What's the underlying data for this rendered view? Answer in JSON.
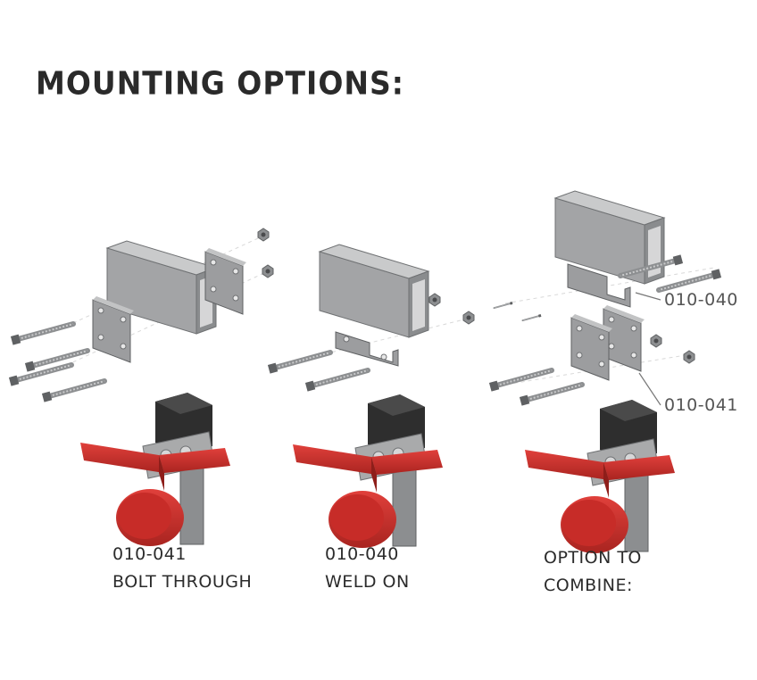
{
  "title": "MOUNTING OPTIONS:",
  "options": [
    {
      "part_number": "010-041",
      "name": "BOLT THROUGH"
    },
    {
      "part_number": "010-040",
      "name": "WELD ON"
    },
    {
      "part_number": "OPTION TO",
      "name": "COMBINE:"
    }
  ],
  "callouts": {
    "upper": "010-040",
    "lower": "010-041"
  },
  "colors": {
    "steel": "#a9aaab",
    "dark_steel": "#6f7173",
    "red": "#d0302c",
    "black": "#2e2e2e",
    "text": "#2b2b2b"
  }
}
